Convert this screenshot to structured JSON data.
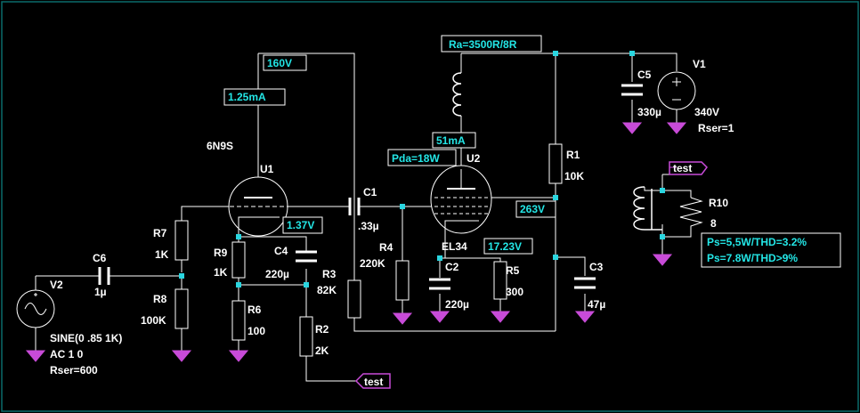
{
  "component_labels": {
    "v1": "V1",
    "v2": "V2",
    "u1": "U1",
    "u2": "U2",
    "r1": "R1",
    "r2": "R2",
    "r3": "R3",
    "r4": "R4",
    "r5": "R5",
    "r6": "R6",
    "r7": "R7",
    "r8": "R8",
    "r9": "R9",
    "r10": "R10",
    "c1": "C1",
    "c2": "C2",
    "c3": "C3",
    "c4": "C4",
    "c5": "C5",
    "c6": "C6"
  },
  "component_values": {
    "v1": "340V",
    "v1_rser": "Rser=1",
    "v2_line1": "SINE(0 .85 1K)",
    "v2_line2": "AC 1 0",
    "v2_line3": "Rser=600",
    "u1_type": "6N9S",
    "u2_type": "EL34",
    "r1": "10K",
    "r2": "2K",
    "r3": "82K",
    "r4": "220K",
    "r5": "300",
    "r6": "100",
    "r7": "1K",
    "r8": "100K",
    "r9": "1K",
    "r10": "8",
    "c1": ".33µ",
    "c2": "220µ",
    "c3": "47µ",
    "c4": "220µ",
    "c5": "330µ",
    "c6": "1µ"
  },
  "annotations": {
    "ra": "Ra=3500R/8R",
    "v160": "160V",
    "i125": "1.25mA",
    "v137": "1.37V",
    "i51": "51mA",
    "pda": "Pda=18W",
    "v263": "263V",
    "v1723": "17.23V",
    "ps1": "Ps=5,5W/THD=3.2%",
    "ps2": "Ps=7.8W/THD>9%"
  },
  "net_labels": {
    "test_bottom": "test",
    "test_right": "test"
  },
  "colors": {
    "background": "#000000",
    "wire": "#ffffff",
    "node": "#2ad6e0",
    "annotation": "#23e6e6",
    "ground": "#c84bd8",
    "frame": "#0b6b6b"
  }
}
